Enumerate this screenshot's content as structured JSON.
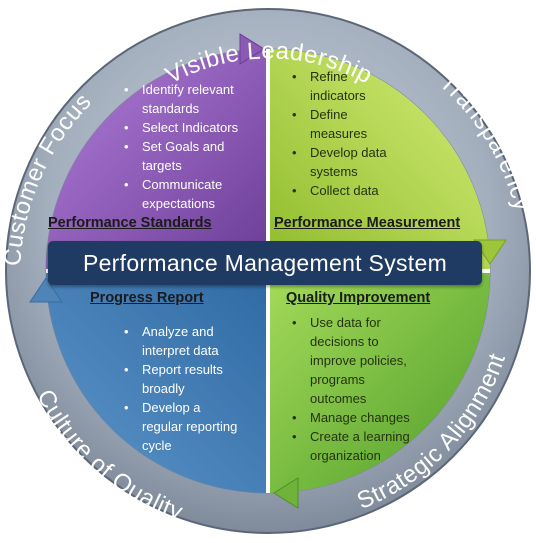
{
  "center_title": "Performance Management System",
  "ring_labels": {
    "top": "Visible Leadership",
    "right_top": "Transparency",
    "right_bottom": "Strategic Alignment",
    "bottom_left": "Culture of Quality",
    "left": "Customer Focus"
  },
  "quadrants": {
    "standards": {
      "title": "Performance Standards",
      "items": [
        "Identify relevant",
        "standards",
        "Select Indicators",
        "Set Goals and",
        "targets",
        "Communicate",
        "expectations"
      ]
    },
    "measurement": {
      "title": "Performance Measurement",
      "items": [
        "Refine",
        "indicators",
        "Define",
        "measures",
        "Develop data",
        "systems",
        "Collect data"
      ]
    },
    "progress": {
      "title": "Progress Report",
      "items": [
        "Analyze and",
        "interpret data",
        "Report results",
        "broadly",
        "Develop a",
        "regular reporting",
        "cycle"
      ]
    },
    "quality": {
      "title": "Quality Improvement",
      "items": [
        "Use data for",
        "decisions to",
        "improve policies,",
        "programs",
        "outcomes",
        "Manage changes",
        "Create a learning",
        "organization"
      ]
    }
  },
  "colors": {
    "ring": "#9aa6b6",
    "standards": "#7f4fa6",
    "measurement": "#9ec63a",
    "progress": "#4f84b8",
    "quality": "#7fbd3c",
    "banner": "#1f3a63"
  }
}
